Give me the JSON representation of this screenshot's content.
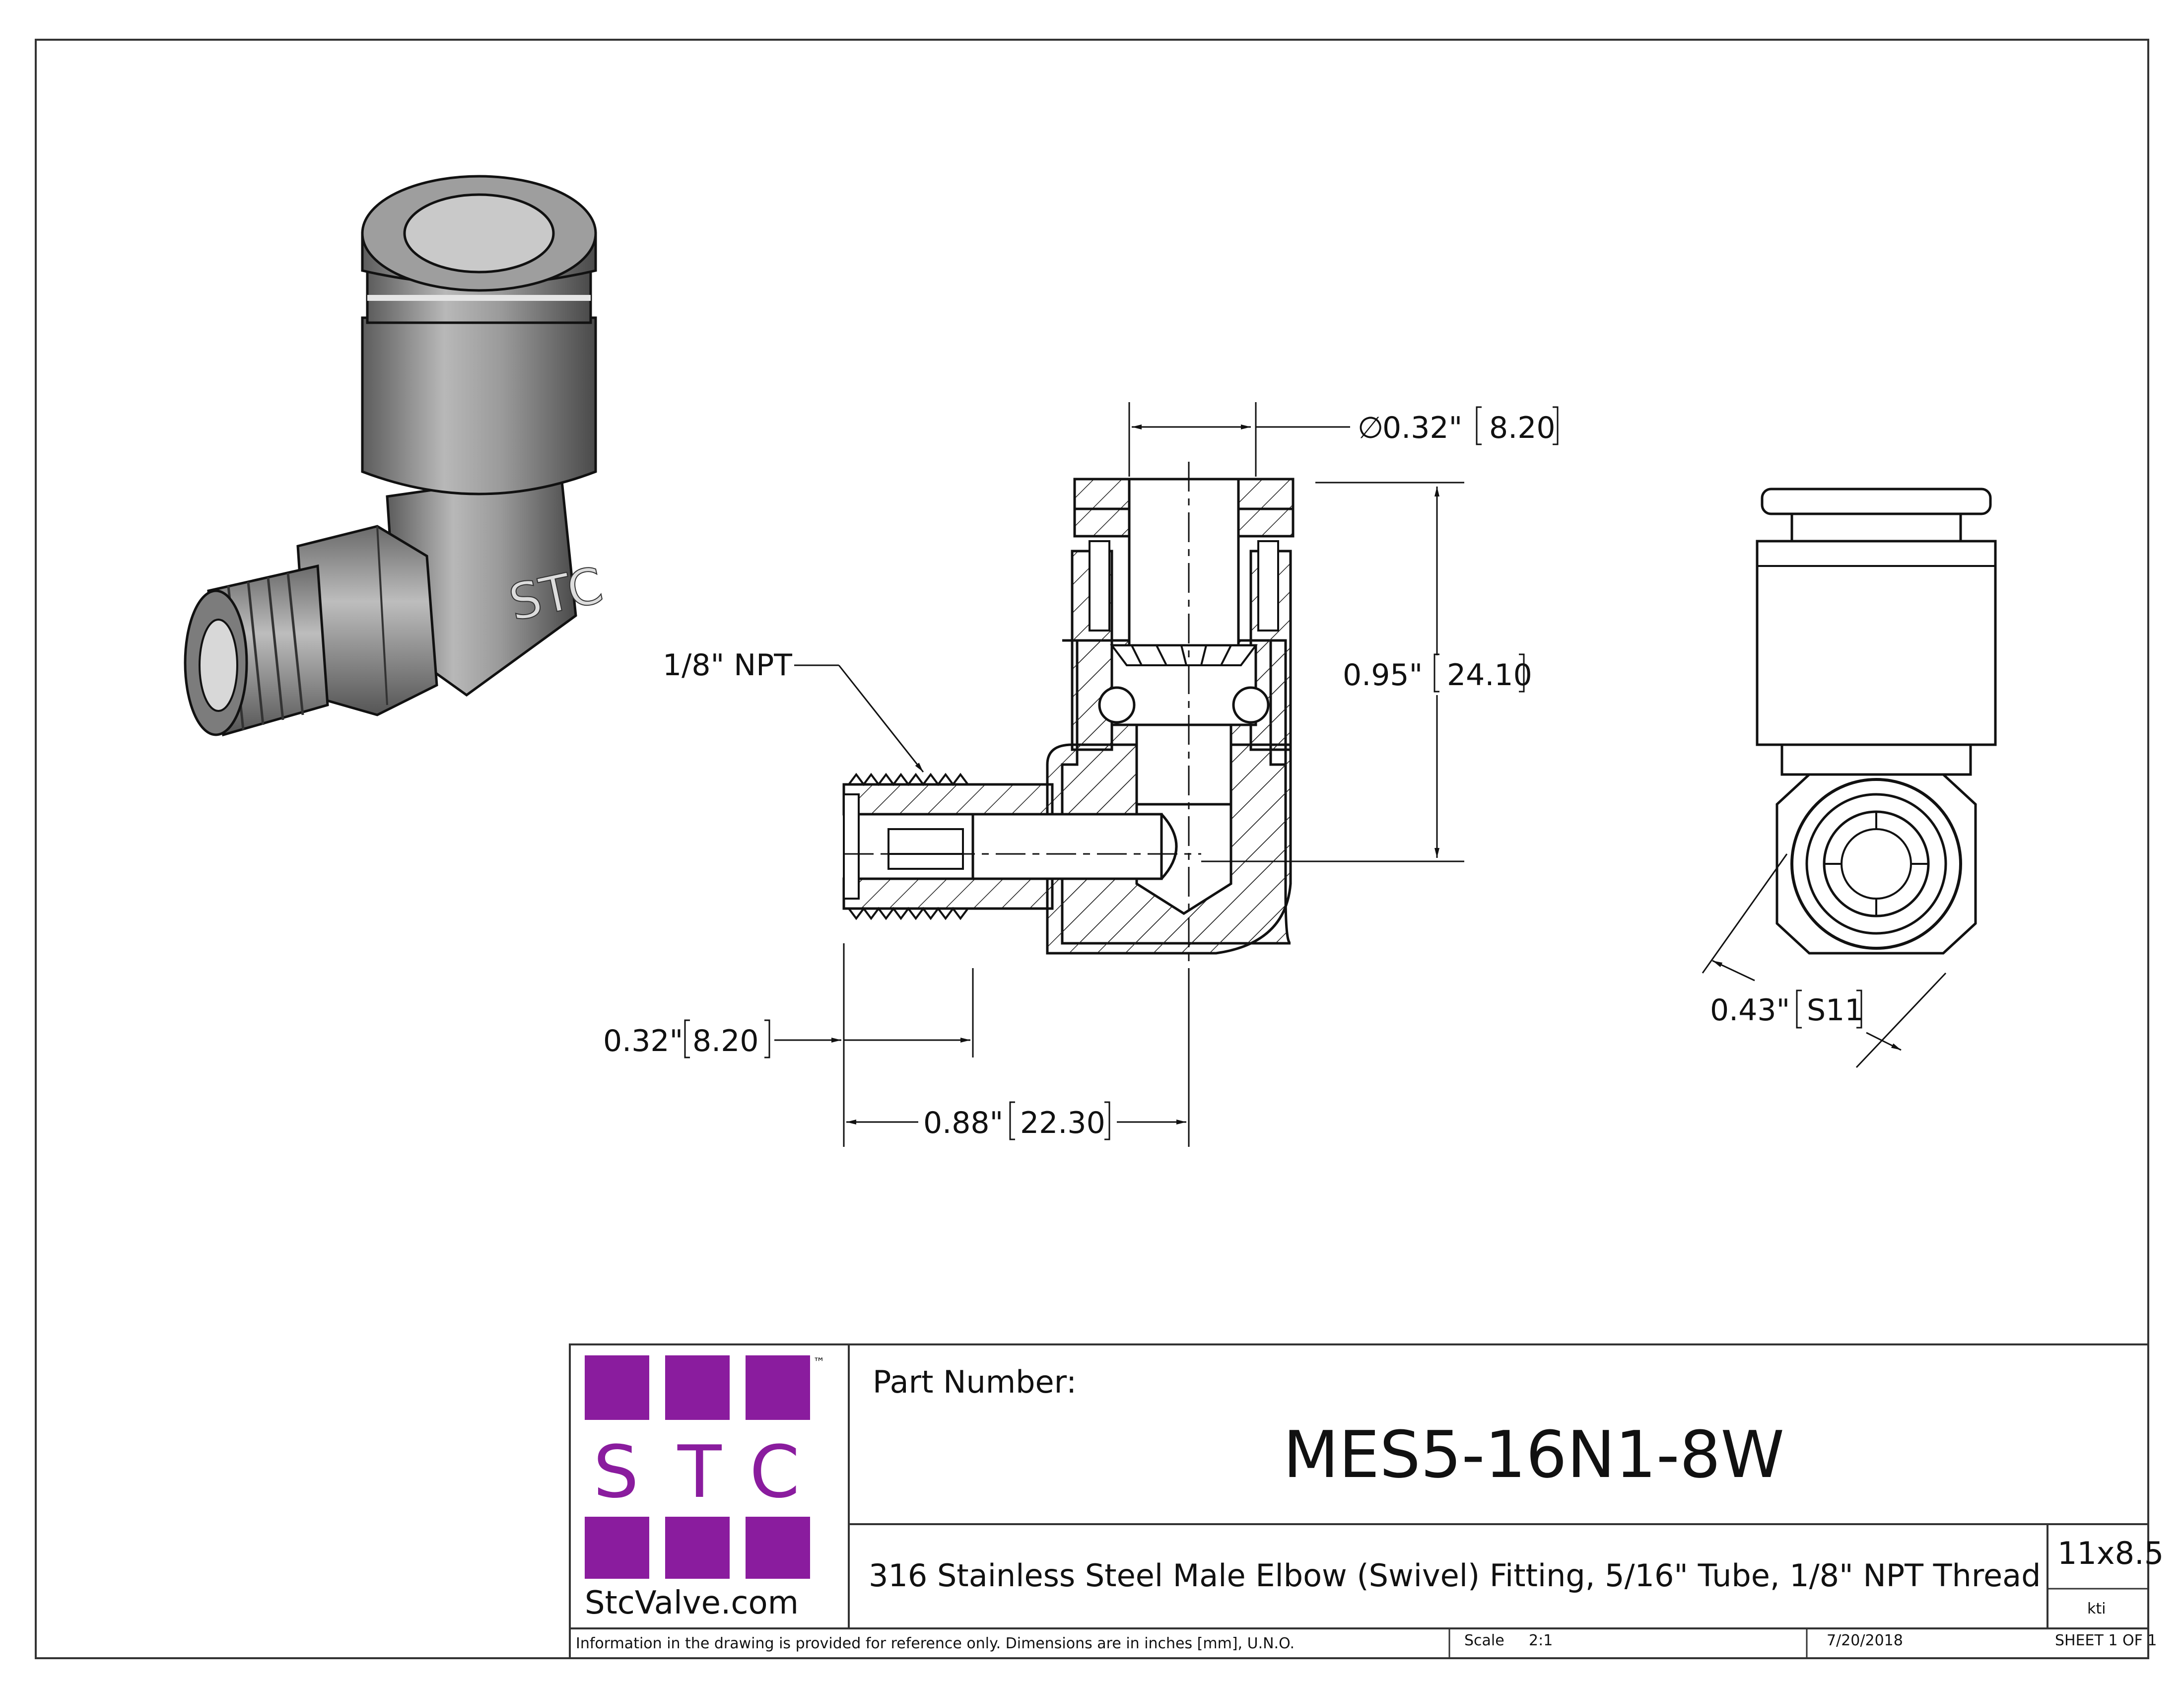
{
  "dimensions": {
    "tube_diameter": {
      "symbol": "∅",
      "inch": "0.32\"",
      "mm": "8.20"
    },
    "height": {
      "inch": "0.95\"",
      "mm": "24.10"
    },
    "thread_label": "1/8\" NPT",
    "thread_length": {
      "inch": "0.32\"",
      "mm": "8.20"
    },
    "overall_length": {
      "inch": "0.88\"",
      "mm": "22.30"
    },
    "hex_size": {
      "inch": "0.43\"",
      "mm": "S11"
    }
  },
  "iso_view": {
    "embossed_text": "STC"
  },
  "title_block": {
    "logo": {
      "letters": [
        "S",
        "T",
        "C"
      ],
      "website": "StcValve.com",
      "trademark": "™",
      "color": "#8a1c9e"
    },
    "part_number_label": "Part Number:",
    "part_number": "MES5-16N1-8W",
    "description": "316 Stainless Steel Male Elbow (Swivel) Fitting, 5/16\" Tube, 1/8\" NPT Thread",
    "sheet_size": "11x8.5",
    "drawn_by": "kti",
    "disclaimer": "Information in the drawing is provided for reference only. Dimensions are in inches [mm], U.N.O.",
    "scale_label": "Scale",
    "scale_value": "2:1",
    "date": "7/20/2018",
    "sheet": "SHEET 1 OF 1"
  }
}
